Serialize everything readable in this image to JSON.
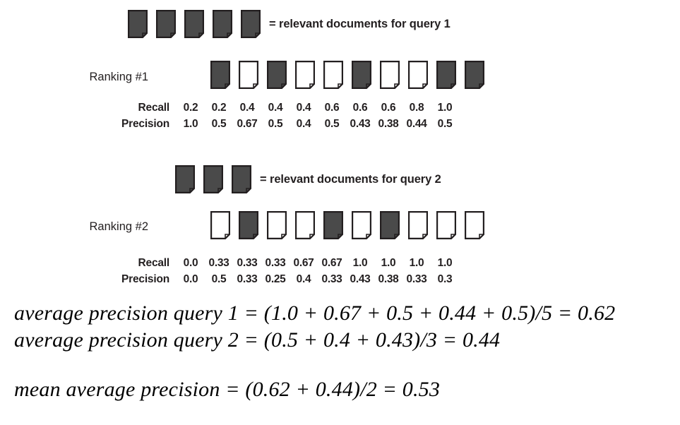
{
  "figure": {
    "title": "Mean Average Precision illustration",
    "colors": {
      "relevant_fill": "#4a4a4a",
      "nonrelevant_fill": "#ffffff",
      "outline": "#231f20",
      "background": "#ffffff",
      "text": "#231f20"
    }
  },
  "legend1": {
    "label": "= relevant documents for query 1",
    "doc_count": 5,
    "doc_icon": "document-icon"
  },
  "legend2": {
    "label": "= relevant documents for query 2",
    "doc_count": 3,
    "doc_icon": "document-icon"
  },
  "ranking1": {
    "label": "Ranking #1",
    "relevance": [
      true,
      false,
      true,
      false,
      false,
      true,
      false,
      false,
      true,
      true
    ],
    "recall": {
      "name": "Recall",
      "values": [
        "0.2",
        "0.2",
        "0.4",
        "0.4",
        "0.4",
        "0.6",
        "0.6",
        "0.6",
        "0.8",
        "1.0"
      ]
    },
    "precision": {
      "name": "Precision",
      "values": [
        "1.0",
        "0.5",
        "0.67",
        "0.5",
        "0.4",
        "0.5",
        "0.43",
        "0.38",
        "0.44",
        "0.5"
      ]
    }
  },
  "ranking2": {
    "label": "Ranking #2",
    "relevance": [
      false,
      true,
      false,
      false,
      true,
      false,
      true,
      false,
      false,
      false
    ],
    "recall": {
      "name": "Recall",
      "values": [
        "0.0",
        "0.33",
        "0.33",
        "0.33",
        "0.67",
        "0.67",
        "1.0",
        "1.0",
        "1.0",
        "1.0"
      ]
    },
    "precision": {
      "name": "Precision",
      "values": [
        "0.0",
        "0.5",
        "0.33",
        "0.25",
        "0.4",
        "0.33",
        "0.43",
        "0.38",
        "0.33",
        "0.3"
      ]
    }
  },
  "formulas": {
    "line1": "average precision query 1 = (1.0 + 0.67 + 0.5 + 0.44 + 0.5)/5 = 0.62",
    "line2": "average precision query 2 = (0.5 + 0.4 + 0.43)/3 = 0.44",
    "line3": "mean average precision = (0.62 + 0.44)/2 = 0.53"
  },
  "chart_data": {
    "type": "table",
    "title": "Mean Average Precision illustration",
    "queries": [
      {
        "name": "query 1",
        "relevant_document_count": 5,
        "ranking_label": "Ranking #1",
        "ranks": [
          1,
          2,
          3,
          4,
          5,
          6,
          7,
          8,
          9,
          10
        ],
        "relevant": [
          true,
          false,
          true,
          false,
          false,
          true,
          false,
          false,
          true,
          true
        ],
        "recall": [
          0.2,
          0.2,
          0.4,
          0.4,
          0.4,
          0.6,
          0.6,
          0.6,
          0.8,
          1.0
        ],
        "precision": [
          1.0,
          0.5,
          0.67,
          0.5,
          0.4,
          0.5,
          0.43,
          0.38,
          0.44,
          0.5
        ],
        "average_precision": 0.62,
        "average_precision_terms": [
          1.0,
          0.67,
          0.5,
          0.44,
          0.5
        ]
      },
      {
        "name": "query 2",
        "relevant_document_count": 3,
        "ranking_label": "Ranking #2",
        "ranks": [
          1,
          2,
          3,
          4,
          5,
          6,
          7,
          8,
          9,
          10
        ],
        "relevant": [
          false,
          true,
          false,
          false,
          true,
          false,
          true,
          false,
          false,
          false
        ],
        "recall": [
          0.0,
          0.33,
          0.33,
          0.33,
          0.67,
          0.67,
          1.0,
          1.0,
          1.0,
          1.0
        ],
        "precision": [
          0.0,
          0.5,
          0.33,
          0.25,
          0.4,
          0.33,
          0.43,
          0.38,
          0.33,
          0.3
        ],
        "average_precision": 0.44,
        "average_precision_terms": [
          0.5,
          0.4,
          0.43
        ]
      }
    ],
    "mean_average_precision": 0.53
  }
}
